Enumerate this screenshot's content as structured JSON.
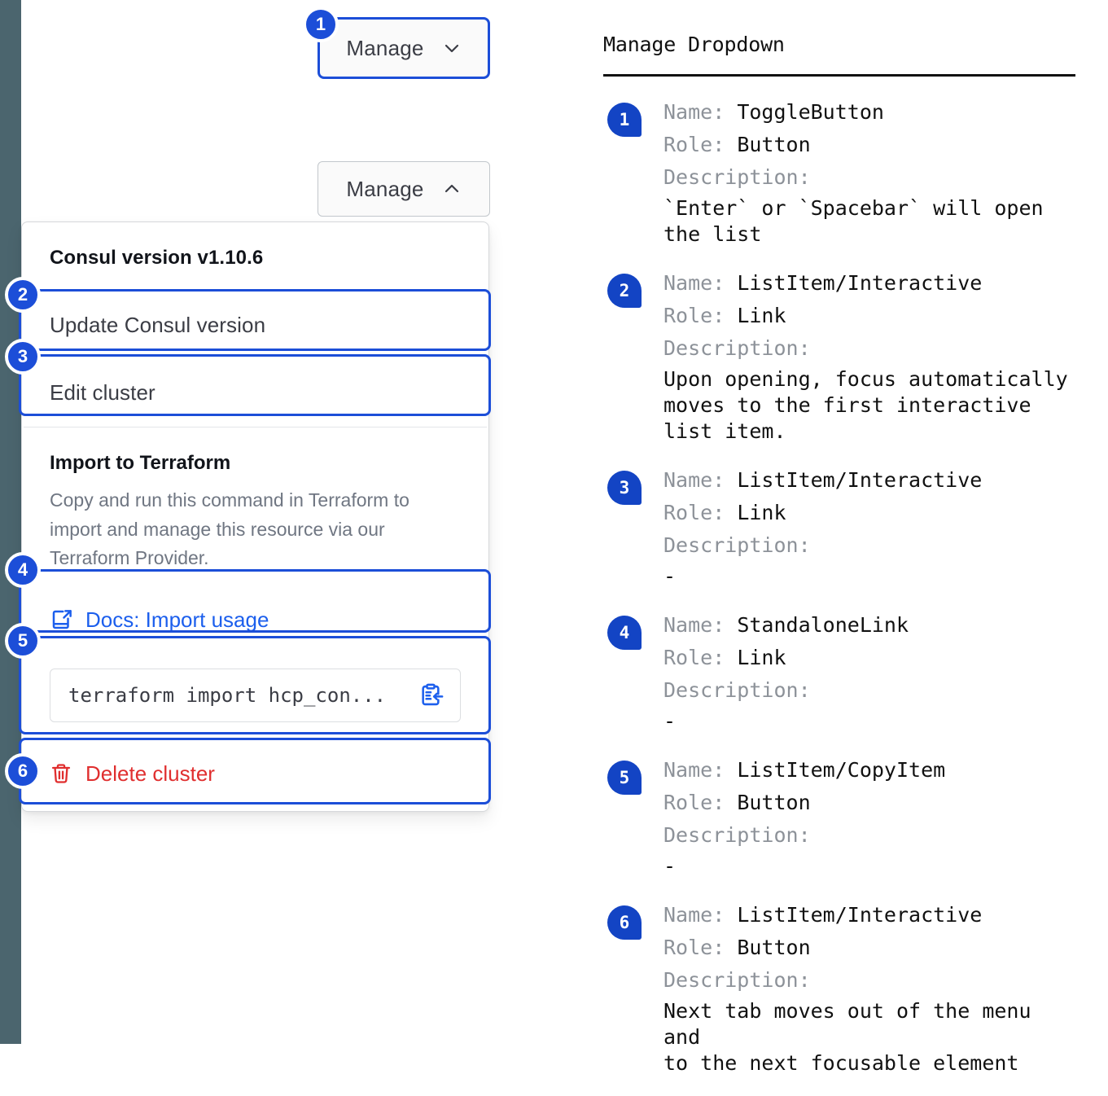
{
  "colors": {
    "rail": "#4b656e",
    "accent_blue": "#1c4ed8",
    "badge_blue": "#1344c4",
    "link_blue": "#1c5fed",
    "danger_red": "#e02f2f"
  },
  "mock": {
    "toggle_top": {
      "label": "Manage",
      "chevron": "chevron-down-icon"
    },
    "toggle_bottom": {
      "label": "Manage",
      "chevron": "chevron-up-icon"
    },
    "dropdown": {
      "version_header": "Consul version v1.10.6",
      "update_version": "Update Consul version",
      "edit_cluster": "Edit cluster",
      "terraform_title": "Import to Terraform",
      "terraform_desc": "Copy and run this command in Terraform to import and manage this resource via our Terraform Provider.",
      "docs_link": "Docs: Import usage",
      "docs_icon": "external-link-docs-icon",
      "command": "terraform import hcp_con...",
      "copy_icon": "copy-clipboard-icon",
      "delete_label": "Delete cluster",
      "delete_icon": "trash-icon"
    },
    "markers": [
      "1",
      "2",
      "3",
      "4",
      "5",
      "6"
    ]
  },
  "key": {
    "title": "Manage Dropdown",
    "labels": {
      "name": "Name:",
      "role": "Role:",
      "description": "Description:"
    },
    "items": [
      {
        "badge": "1",
        "name": "ToggleButton",
        "role": "Button",
        "description": "`Enter` or `Spacebar` will open\nthe list"
      },
      {
        "badge": "2",
        "name": "ListItem/Interactive",
        "role": "Link",
        "description": "Upon opening, focus automatically\nmoves to the first interactive\nlist item."
      },
      {
        "badge": "3",
        "name": "ListItem/Interactive",
        "role": "Link",
        "description": "-"
      },
      {
        "badge": "4",
        "name": "StandaloneLink",
        "role": "Link",
        "description": "-"
      },
      {
        "badge": "5",
        "name": "ListItem/CopyItem",
        "role": "Button",
        "description": "-"
      },
      {
        "badge": "6",
        "name": "ListItem/Interactive",
        "role": "Button",
        "description": "Next tab moves out of the menu and\nto the next focusable element"
      }
    ]
  }
}
